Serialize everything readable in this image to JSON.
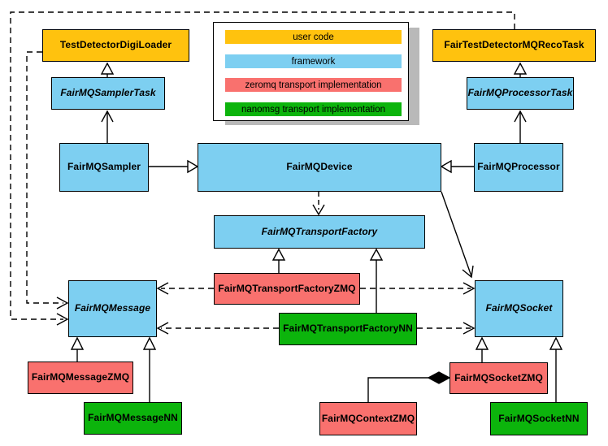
{
  "diagram": {
    "legend": {
      "items": [
        {
          "label": "user code",
          "color": "#FFC20E"
        },
        {
          "label": "framework",
          "color": "#7DCFF1"
        },
        {
          "label": "zeromq transport implementation",
          "color": "#F9716E"
        },
        {
          "label": "nanomsg transport implementation",
          "color": "#0CB40C"
        }
      ]
    },
    "nodes": {
      "testDetectorDigiLoader": {
        "label": "TestDetectorDigiLoader",
        "category": "user code",
        "abstract": false
      },
      "fairTestDetectorMQRecoTask": {
        "label": "FairTestDetectorMQRecoTask",
        "category": "user code",
        "abstract": false
      },
      "fairMQSamplerTask": {
        "label": "FairMQSamplerTask",
        "category": "framework",
        "abstract": true
      },
      "fairMQProcessorTask": {
        "label": "FairMQProcessorTask",
        "category": "framework",
        "abstract": true
      },
      "fairMQSampler": {
        "label": "FairMQSampler",
        "category": "framework",
        "abstract": false
      },
      "fairMQDevice": {
        "label": "FairMQDevice",
        "category": "framework",
        "abstract": false
      },
      "fairMQProcessor": {
        "label": "FairMQProcessor",
        "category": "framework",
        "abstract": false
      },
      "fairMQTransportFactory": {
        "label": "FairMQTransportFactory",
        "category": "framework",
        "abstract": true
      },
      "fairMQTransportFactoryZMQ": {
        "label": "FairMQTransportFactoryZMQ",
        "category": "zeromq transport implementation",
        "abstract": false
      },
      "fairMQTransportFactoryNN": {
        "label": "FairMQTransportFactoryNN",
        "category": "nanomsg transport implementation",
        "abstract": false
      },
      "fairMQMessage": {
        "label": "FairMQMessage",
        "category": "framework",
        "abstract": true
      },
      "fairMQSocket": {
        "label": "FairMQSocket",
        "category": "framework",
        "abstract": true
      },
      "fairMQMessageZMQ": {
        "label": "FairMQMessageZMQ",
        "category": "zeromq transport implementation",
        "abstract": false
      },
      "fairMQMessageNN": {
        "label": "FairMQMessageNN",
        "category": "nanomsg transport implementation",
        "abstract": false
      },
      "fairMQSocketZMQ": {
        "label": "FairMQSocketZMQ",
        "category": "zeromq transport implementation",
        "abstract": false
      },
      "fairMQContextZMQ": {
        "label": "FairMQContextZMQ",
        "category": "zeromq transport implementation",
        "abstract": false
      },
      "fairMQSocketNN": {
        "label": "FairMQSocketNN",
        "category": "nanomsg transport implementation",
        "abstract": false
      }
    },
    "edges": [
      {
        "from": "FairMQSamplerTask",
        "to": "TestDetectorDigiLoader",
        "type": "inheritance-triangle"
      },
      {
        "from": "FairMQProcessorTask",
        "to": "FairTestDetectorMQRecoTask",
        "type": "inheritance-triangle"
      },
      {
        "from": "FairMQSampler",
        "to": "FairMQSamplerTask",
        "type": "open-arrow"
      },
      {
        "from": "FairMQProcessor",
        "to": "FairMQProcessorTask",
        "type": "open-arrow"
      },
      {
        "from": "FairMQSampler",
        "to": "FairMQDevice",
        "type": "inheritance-triangle"
      },
      {
        "from": "FairMQProcessor",
        "to": "FairMQDevice",
        "type": "inheritance-triangle"
      },
      {
        "from": "FairMQDevice",
        "to": "FairMQTransportFactory",
        "type": "dashed-open-arrow"
      },
      {
        "from": "FairMQDevice",
        "to": "FairMQSocket",
        "type": "open-arrow"
      },
      {
        "from": "FairMQTransportFactoryZMQ",
        "to": "FairMQTransportFactory",
        "type": "inheritance-triangle"
      },
      {
        "from": "FairMQTransportFactoryNN",
        "to": "FairMQTransportFactory",
        "type": "inheritance-triangle"
      },
      {
        "from": "FairMQTransportFactoryZMQ",
        "to": "FairMQMessage",
        "type": "dashed-open-arrow"
      },
      {
        "from": "FairMQTransportFactoryZMQ",
        "to": "FairMQSocket",
        "type": "dashed-open-arrow"
      },
      {
        "from": "FairMQTransportFactoryNN",
        "to": "FairMQMessage",
        "type": "dashed-open-arrow"
      },
      {
        "from": "FairMQTransportFactoryNN",
        "to": "FairMQSocket",
        "type": "dashed-open-arrow"
      },
      {
        "from": "TestDetectorDigiLoader",
        "to": "FairMQMessage",
        "type": "dashed-open-arrow"
      },
      {
        "from": "FairTestDetectorMQRecoTask",
        "to": "FairMQMessage",
        "type": "dashed-open-arrow"
      },
      {
        "from": "FairMQMessageZMQ",
        "to": "FairMQMessage",
        "type": "inheritance-triangle"
      },
      {
        "from": "FairMQMessageNN",
        "to": "FairMQMessage",
        "type": "inheritance-triangle"
      },
      {
        "from": "FairMQSocketZMQ",
        "to": "FairMQSocket",
        "type": "inheritance-triangle"
      },
      {
        "from": "FairMQSocketNN",
        "to": "FairMQSocket",
        "type": "inheritance-triangle"
      },
      {
        "from": "FairMQContextZMQ",
        "to": "FairMQSocketZMQ",
        "type": "composition-diamond"
      }
    ]
  }
}
